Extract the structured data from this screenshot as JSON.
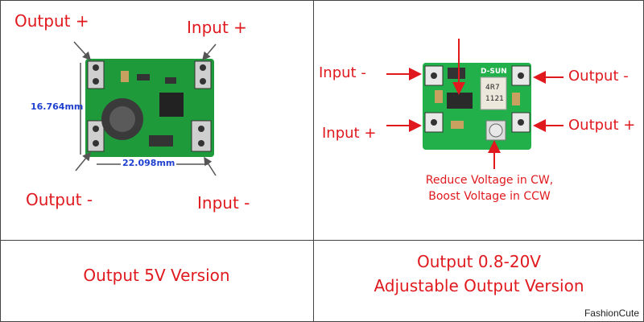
{
  "left": {
    "output_plus": "Output +",
    "input_plus": "Input +",
    "output_minus": "Output -",
    "input_minus": "Input -",
    "height_dim": "16.764mm",
    "width_dim": "22.098mm",
    "caption": "Output 5V Version"
  },
  "right": {
    "input_minus": "Input -",
    "output_minus": "Output -",
    "input_plus": "Input +",
    "output_plus": "Output +",
    "note_line1": "Reduce Voltage in CW,",
    "note_line2": "Boost Voltage in CCW",
    "caption_line1": "Output 0.8-20V",
    "caption_line2": "Adjustable Output Version",
    "board_brand": "D-SUN",
    "inductor_code": "4R7",
    "inductor_code2": "1121"
  },
  "watermark": "FashionCute",
  "colors": {
    "label": "#e0191e",
    "dimension": "#1f3fd0",
    "pcb": "#1f9a3a"
  }
}
